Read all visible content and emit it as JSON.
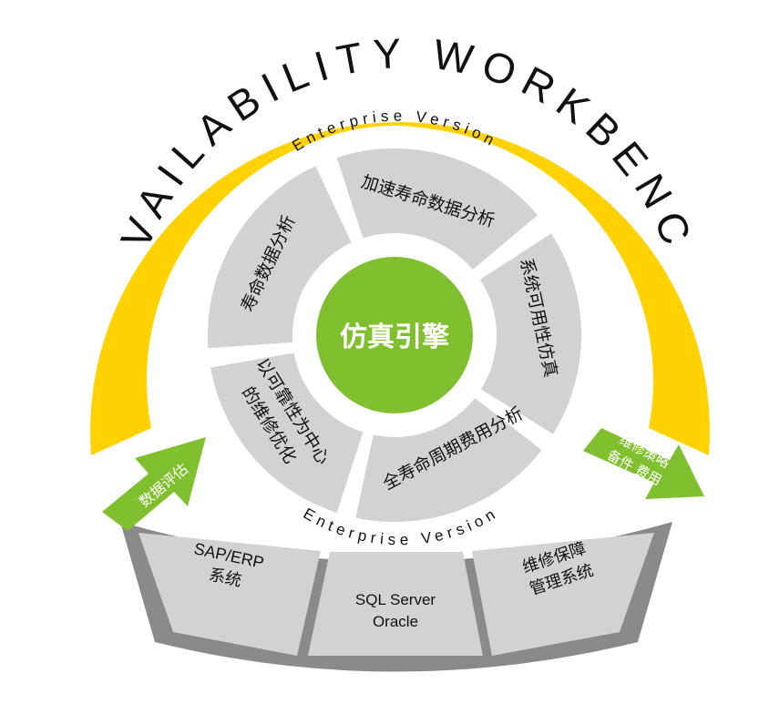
{
  "title": "AVAILABILITY WORKBENCH",
  "edition_top": "Enterprise Version",
  "edition_bottom": "Enterprise Version",
  "core": "仿真引擎",
  "modules": [
    "加速寿命数据分析",
    "系统可用性仿真",
    "全寿命周期费用分析",
    "以可靠性为中心",
    "的维修优化",
    "寿命数据分析"
  ],
  "arrow_left": "数据评估",
  "arrow_right_line1": "维修策略",
  "arrow_right_line2": "备件 费用",
  "bottom_blocks": {
    "left_line1": "SAP/ERP",
    "left_line2": "系统",
    "center_line1": "SQL Server",
    "center_line2": "Oracle",
    "right_line1": "维修保障",
    "right_line2": "管理系统"
  },
  "colors": {
    "yellow": "#FFD200",
    "green": "#80C02E",
    "grey_segment": "#D2D2D2",
    "grey_frame": "#8A8A8A",
    "text": "#111111"
  }
}
